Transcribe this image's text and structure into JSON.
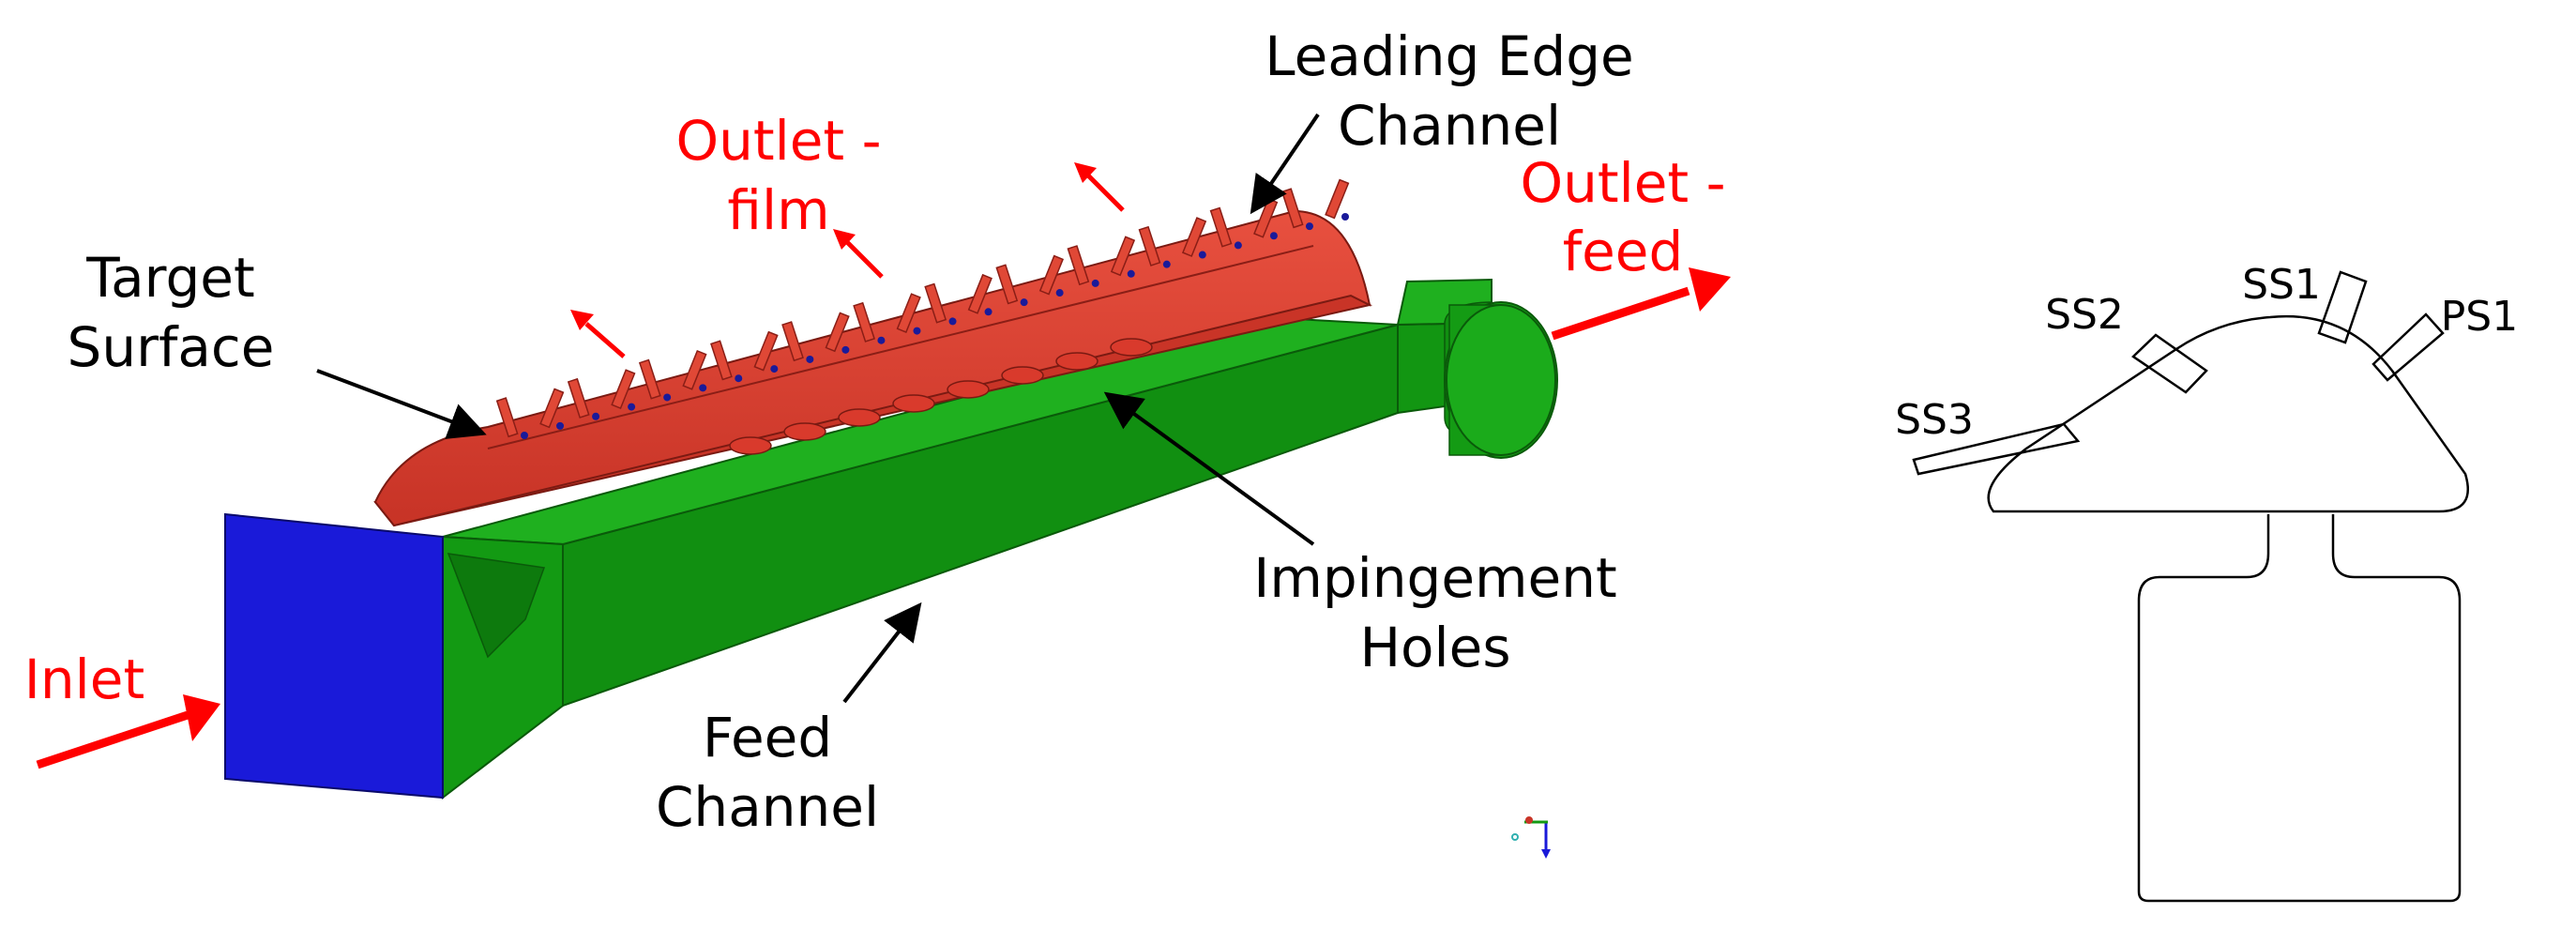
{
  "left_diagram": {
    "labels": {
      "leading_edge_line1": "Leading Edge",
      "leading_edge_line2": "Channel",
      "outlet_film_line1": "Outlet -",
      "outlet_film_line2": "film",
      "outlet_feed_line1": "Outlet -",
      "outlet_feed_line2": "feed",
      "target_surface_line1": "Target",
      "target_surface_line2": "Surface",
      "impingement_line1": "Impingement",
      "impingement_line2": "Holes",
      "feed_channel_line1": "Feed",
      "feed_channel_line2": "Channel",
      "inlet": "Inlet"
    },
    "colors": {
      "outlet_label": "#ff0000",
      "flow_arrow": "#ff0000",
      "leading_edge_channel": "#d94235",
      "feed_channel": "#139a13",
      "inlet_face": "#1a1ad9"
    }
  },
  "right_diagram": {
    "labels": {
      "ss1": "SS1",
      "ss2": "SS2",
      "ss3": "SS3",
      "ps1": "PS1"
    }
  }
}
